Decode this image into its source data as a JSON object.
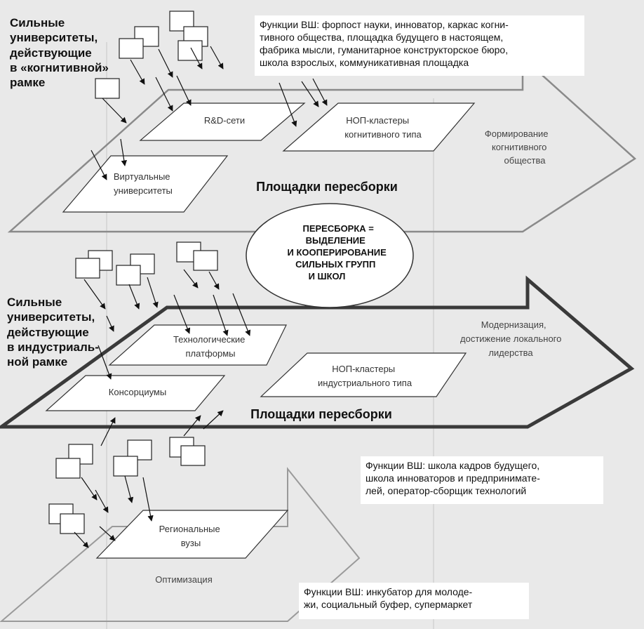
{
  "labels": {
    "strong_cognitive": [
      "Сильные",
      "университеты,",
      "действующие",
      "в «когнитивной»",
      "рамке"
    ],
    "strong_industrial": [
      "Сильные",
      "университеты,",
      "действующие",
      "в индустриаль-",
      "ной рамке"
    ]
  },
  "functions": {
    "top": [
      "Функции ВШ: форпост науки, инноватор, каркас когни-",
      "тивного общества, площадка будущего в настоящем,",
      "фабрика мысли, гуманитарное конструкторское бюро,",
      "школа взрослых, коммуникативная площадка"
    ],
    "middle": [
      "Функции ВШ: школа кадров будущего,",
      "школа инноваторов и предпринимате-",
      "лей, оператор-сборщик технологий"
    ],
    "bottom": [
      "Функции ВШ: инкубатор для молоде-",
      "жи, социальный буфер, супермаркет"
    ]
  },
  "platforms": {
    "rd": [
      "R&D-сети"
    ],
    "nop_cog": [
      "НОП-кластеры",
      "когнитивного типа"
    ],
    "virtual": [
      "Виртуальные",
      "университеты"
    ],
    "tech": [
      "Технологические",
      "платформы"
    ],
    "nop_ind": [
      "НОП-кластеры",
      "индустриального типа"
    ],
    "consortia": [
      "Консорциумы"
    ],
    "regional": [
      "Региональные",
      "вузы"
    ]
  },
  "arrows": {
    "top_caption": [
      "Формирование",
      "когнитивного",
      "общества"
    ],
    "middle_caption": [
      "Модернизация,",
      "достижение локального",
      "лидерства"
    ],
    "bottom_caption": [
      "Оптимизация"
    ],
    "reassembly_top": "Площадки пересборки",
    "reassembly_middle": "Площадки пересборки"
  },
  "ellipse": [
    "ПЕРЕСБОРКА =",
    "ВЫДЕЛЕНИЕ",
    "И КООПЕРИРОВАНИЕ",
    "СИЛЬНЫХ ГРУПП",
    "И ШКОЛ"
  ]
}
